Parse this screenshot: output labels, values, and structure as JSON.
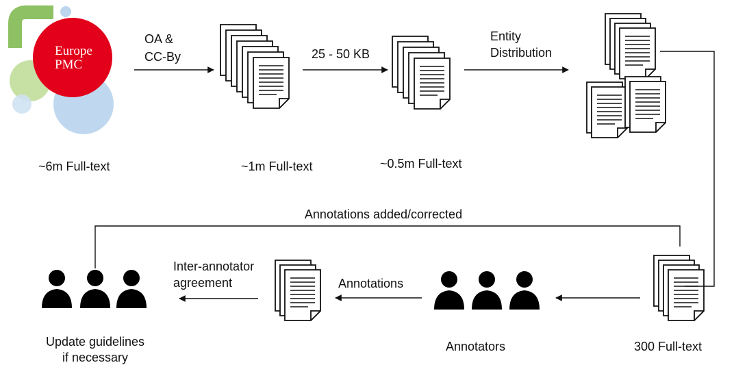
{
  "logo": {
    "line1": "Europe",
    "line2": "PMC"
  },
  "stages": {
    "source": "~6m Full-text",
    "oa_filtered": "~1m Full-text",
    "size_filtered": "~0.5m Full-text",
    "selected": "300 Full-text",
    "annotators": "Annotators",
    "update": [
      "Update guidelines",
      "if necessary"
    ]
  },
  "edges": {
    "oa_ccby": [
      "OA &",
      "CC-By"
    ],
    "size_range": "25 - 50 KB",
    "entity_distribution": [
      "Entity",
      "Distribution"
    ],
    "annotations": "Annotations",
    "inter_annotator": [
      "Inter-annotator",
      "agreement"
    ],
    "added_corrected": "Annotations added/corrected"
  },
  "colors": {
    "logo_red": "#e2001a",
    "logo_green": "#7ab648",
    "logo_blue": "#6fa8dc",
    "ink": "#111111"
  },
  "icons": [
    "document-stack-icon",
    "person-group-icon",
    "arrow-right-icon",
    "arrow-left-icon"
  ]
}
